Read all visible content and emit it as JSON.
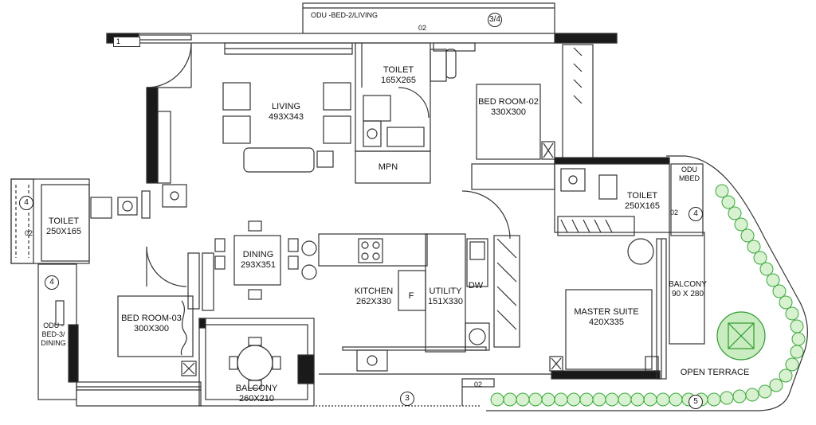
{
  "rooms": {
    "living": {
      "name": "LIVING",
      "dim": "493X343"
    },
    "dining": {
      "name": "DINING",
      "dim": "293X351"
    },
    "kitchen": {
      "name": "KITCHEN",
      "dim": "262X330"
    },
    "utility": {
      "name": "UTILITY",
      "dim": "151X330"
    },
    "bedroom2": {
      "name": "BED ROOM-02",
      "dim": "330X300"
    },
    "bedroom3": {
      "name": "BED ROOM-03",
      "dim": "300X300"
    },
    "master": {
      "name": "MASTER SUITE",
      "dim": "420X335"
    },
    "toilet_top": {
      "name": "TOILET",
      "dim": "165X265"
    },
    "toilet_left": {
      "name": "TOILET",
      "dim": "250X165"
    },
    "toilet_right": {
      "name": "TOILET",
      "dim": "250X165"
    },
    "balcony_main": {
      "name": "BALCONY",
      "dim": "260X210"
    },
    "balcony_right": {
      "name": "BALCONY",
      "dim": "90 X 280"
    },
    "mpn": {
      "name": "MPN"
    },
    "open_terrace": {
      "name": "OPEN TERRACE"
    }
  },
  "tags": {
    "odu_bed2_living": "ODU -BED-2/LIVING",
    "odu_bed3_dining_1": "ODU -",
    "odu_bed3_dining_2": "BED-3/",
    "odu_bed3_dining_3": "DINING",
    "odu_mbed_1": "ODU",
    "odu_mbed_2": "MBED",
    "fridge": "F",
    "dishwasher": "DW",
    "sheet_1": "1",
    "window_02_top": "02",
    "window_02_left": "02",
    "window_02_right": "02",
    "window_02_bottom": "02"
  },
  "markers": {
    "m_34": "3/4",
    "m_4_left_a": "4",
    "m_4_left_b": "4",
    "m_4_right": "4",
    "m_3_bottom": "3",
    "m_5_bottom": "5"
  },
  "colors": {
    "wall": "#1a1a1a",
    "thin": "#333333",
    "hedge": "#3aa83a",
    "hedge_fill": "#d8f1d0"
  }
}
